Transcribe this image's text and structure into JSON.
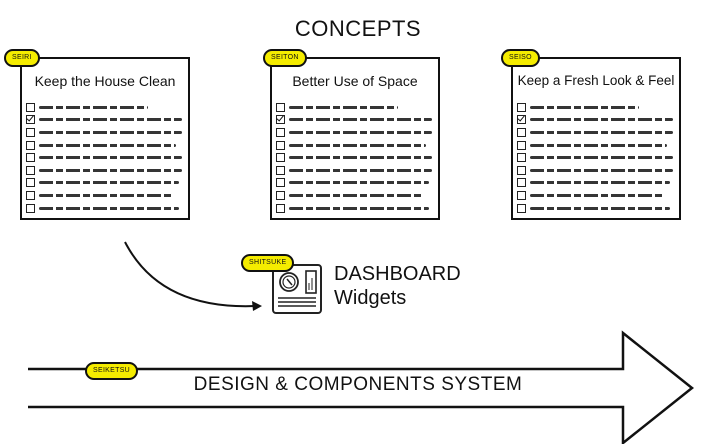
{
  "title": "CONCEPTS",
  "cards": [
    {
      "tag": "SEIRI",
      "heading": "Keep the House Clean"
    },
    {
      "tag": "SEITON",
      "heading": "Better Use of Space"
    },
    {
      "tag": "SEISO",
      "heading": "Keep a Fresh Look & Feel"
    }
  ],
  "checklist_rows": 9,
  "checked_row_index": 1,
  "dashboard": {
    "tag": "SHITSUKE",
    "title_line1": "DASHBOARD",
    "title_line2": "Widgets",
    "icon": "dashboard-widget-icon"
  },
  "foundation": {
    "tag": "SEIKETSU",
    "label": "DESIGN & COMPONENTS SYSTEM"
  },
  "colors": {
    "tag_fill": "#f5ec00",
    "stroke": "#111111"
  }
}
